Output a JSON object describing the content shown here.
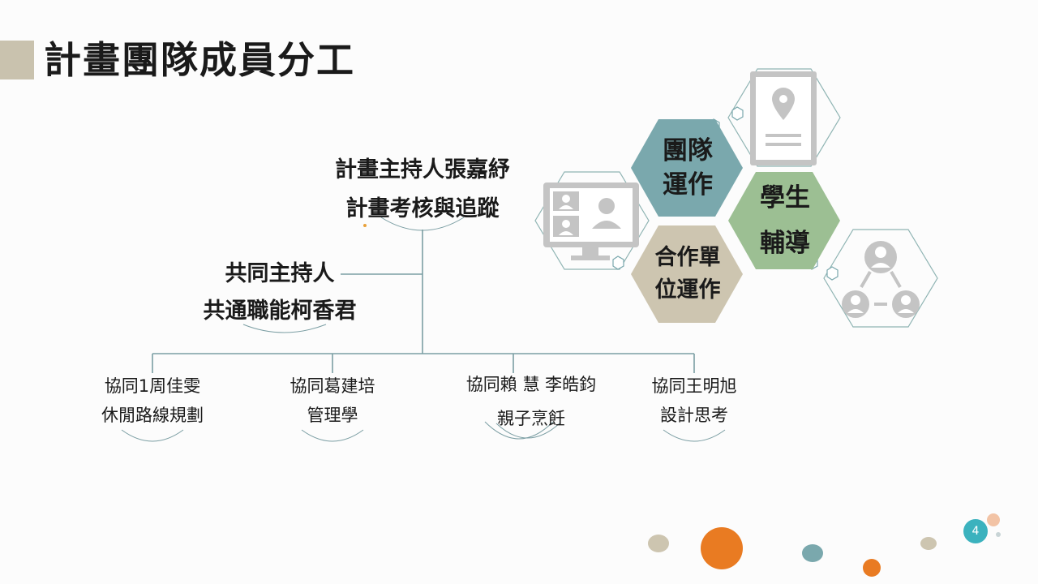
{
  "slide": {
    "title": "計畫團隊成員分工",
    "page_number": "4"
  },
  "org": {
    "lead": {
      "line1": "計畫主持人張嘉紓",
      "line2": "計畫考核與追蹤"
    },
    "co_pi": {
      "line1": "共同主持人",
      "line2": "共通職能柯香君"
    },
    "members": [
      {
        "line1": "協同1周佳雯",
        "line2": "休閒路線規劃"
      },
      {
        "line1": "協同葛建培",
        "line2": "管理學"
      },
      {
        "line1": "協同賴 慧 李皓鈞",
        "line2": "親子烹飪"
      },
      {
        "line1": "協同王明旭",
        "line2": "設計思考"
      }
    ]
  },
  "hexagons": [
    {
      "label1": "團隊",
      "label2": "運作",
      "color": "#7aa8ad"
    },
    {
      "label1": "學生",
      "label2": "輔導",
      "color": "#9cbf93"
    },
    {
      "label1": "合作單",
      "label2": "位運作",
      "color": "#cdc5b0"
    }
  ],
  "icons": [
    "video-conference-icon",
    "location-document-icon",
    "network-people-icon"
  ],
  "colors": {
    "accent_bar": "#c9c2ae",
    "line": "#7b9ea3",
    "orange": "#e97b22",
    "teal": "#3bb2be"
  }
}
